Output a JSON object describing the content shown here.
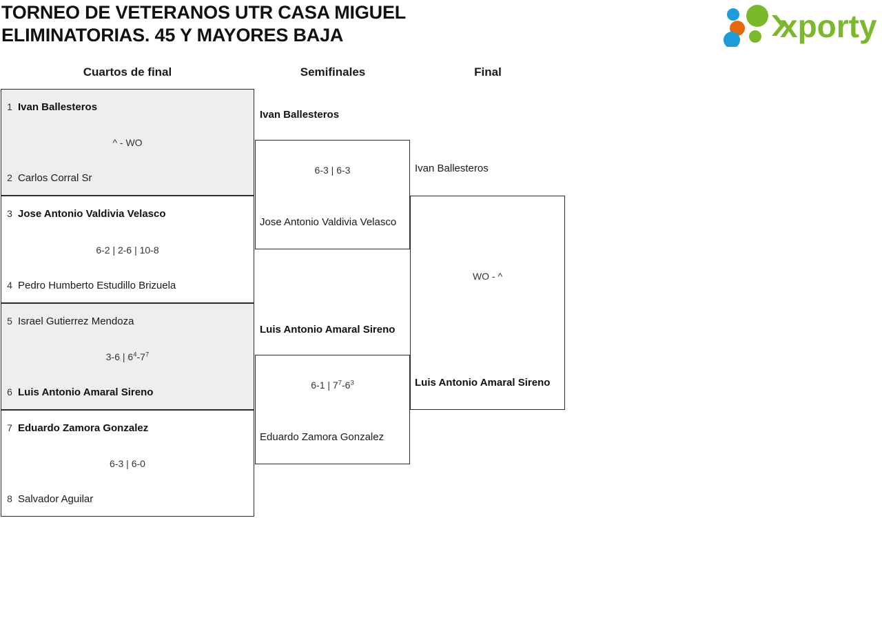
{
  "header": {
    "title": "TORNEO DE VETERANOS UTR CASA MIGUEL\nELIMINATORIAS. 45 Y MAYORES BAJA",
    "logo_text": "xporty",
    "logo_colors": {
      "green": "#7ab929",
      "orange": "#e8690b",
      "blue": "#1b9dd9"
    }
  },
  "rounds": [
    {
      "label": "Cuartos de final"
    },
    {
      "label": "Semifinales"
    },
    {
      "label": "Final"
    }
  ],
  "quarterfinals": [
    {
      "shaded": true,
      "score": "^ - WO",
      "top": {
        "seed": "1",
        "name": "Ivan Ballesteros",
        "winner": true
      },
      "bottom": {
        "seed": "2",
        "name": "Carlos Corral Sr",
        "winner": false
      }
    },
    {
      "shaded": false,
      "score": "6-2 | 2-6 | 10-8",
      "top": {
        "seed": "3",
        "name": "Jose Antonio Valdivia Velasco",
        "winner": true
      },
      "bottom": {
        "seed": "4",
        "name": "Pedro Humberto Estudillo Brizuela",
        "winner": false
      }
    },
    {
      "shaded": true,
      "score_html": "3-6 | 6<sup>4</sup>-7<sup>7</sup>",
      "score": "3-6 | 64-77",
      "top": {
        "seed": "5",
        "name": "Israel Gutierrez Mendoza",
        "winner": false
      },
      "bottom": {
        "seed": "6",
        "name": "Luis Antonio Amaral Sireno",
        "winner": true
      }
    },
    {
      "shaded": false,
      "score": "6-3 | 6-0",
      "top": {
        "seed": "7",
        "name": "Eduardo Zamora Gonzalez",
        "winner": true
      },
      "bottom": {
        "seed": "8",
        "name": "Salvador Aguilar",
        "winner": false
      }
    }
  ],
  "semifinals": [
    {
      "score": "6-3 | 6-3",
      "top": {
        "name": "Ivan Ballesteros",
        "winner": true
      },
      "bottom": {
        "name": "Jose Antonio Valdivia Velasco",
        "winner": false
      }
    },
    {
      "score_html": "6-1 | 7<sup>7</sup>-6<sup>3</sup>",
      "score": "6-1 | 77-63",
      "top": {
        "name": "Luis Antonio Amaral Sireno",
        "winner": true
      },
      "bottom": {
        "name": "Eduardo Zamora Gonzalez",
        "winner": false
      }
    }
  ],
  "final": {
    "score": "WO - ^",
    "top": {
      "name": "Ivan Ballesteros",
      "winner": false
    },
    "bottom": {
      "name": "Luis Antonio Amaral Sireno",
      "winner": true
    }
  }
}
